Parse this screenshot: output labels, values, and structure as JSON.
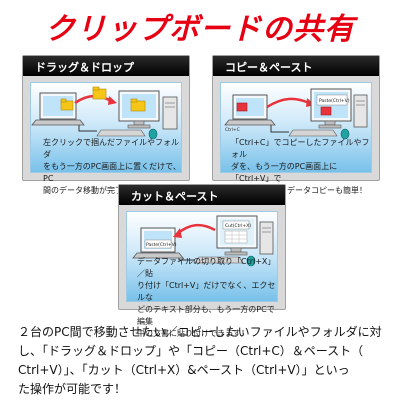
{
  "page_title": "クリップボードの共有",
  "panels": {
    "drag_drop": {
      "heading": "ドラッグ＆ドロップ",
      "text": "左クリックで掴んだファイルやフォルダ\nをもう一方のPC画面上に置くだけで、PC\n間のデータ移動が完了！"
    },
    "copy_paste": {
      "heading": "コピー＆ペースト",
      "text": "「Ctrl+C」でコピーしたファイルやフォル\nダを、もう一方のPC画面上に「Ctrl+V」で\n貼り付ければ、データコピーも簡単！",
      "left_label": "Ctrl+C",
      "screen_label": "Paste(Ctrl+V)"
    },
    "cut_paste": {
      "heading": "カット＆ペースト",
      "text": "データファイルの切り取り「Ctrl+X」／貼\nり付け「Ctrl+V」だけでなく、エクセルな\nどのテキスト部分も、もう一方のPCで編集\n中の文書に貼り付けできます！",
      "menu_label": "Cut(Ctrl+X)",
      "screen_label": "Paste(Ctrl+V)"
    }
  },
  "caption": "２台のPC間で移動させたい／コピーしたいファイルやフォルダに対\nし、「ドラッグ＆ドロップ」や「コピー（Ctrl+C）＆ペースト（\nCtrl+V）」、「カット（Ctrl+X）&ペースト（Ctrl+V）」といっ\nた操作が可能です！",
  "colors": {
    "title_red": "#e60012",
    "arrow_red": "#e8323c",
    "header_black": "#000000",
    "panel_gray": "#d9d9d9",
    "sky_blue": "#78c1ea",
    "folder_yellow": "#f5c518"
  },
  "icons": [
    "laptop-icon",
    "monitor-icon",
    "pc-tower-icon",
    "keyboard-icon",
    "mouse-icon",
    "folder-icon",
    "cable-icon",
    "arrow-icon"
  ]
}
